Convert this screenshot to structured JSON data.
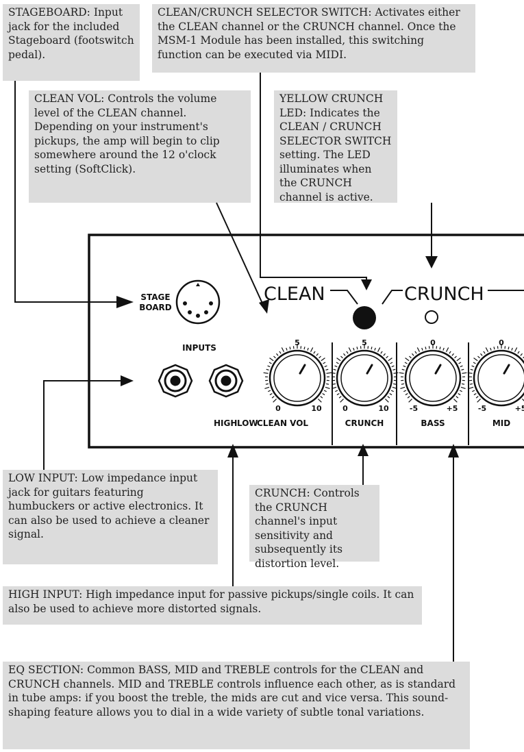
{
  "callouts": {
    "stageboard": "STAGEBOARD: Input jack for the included Stageboard (footswitch pedal).",
    "selector": "CLEAN/CRUNCH SELECTOR SWITCH: Activates either the CLEAN channel or the CRUNCH channel. Once the MSM-1 Module has been installed, this switching function can be executed via MIDI.",
    "clean_vol": "CLEAN VOL: Controls the volume level of the CLEAN channel. Depending on your instrument's pickups, the amp will begin to clip somewhere around the 12 o'clock setting (SoftClick).",
    "yellow_led": "YELLOW CRUNCH LED: Indicates the CLEAN / CRUNCH SELECTOR SWITCH setting. The LED illuminates when the CRUNCH channel is active.",
    "low_input": "LOW INPUT: Low impedance input jack for guitars featuring humbuckers or active electronics. It can also be used to achieve a cleaner signal.",
    "crunch": "CRUNCH: Controls the CRUNCH channel's input sensitivity and subsequently its distortion level.",
    "high_input": "HIGH INPUT: High impedance input for passive pickups/single coils. It can also be used to achieve more distorted signals.",
    "eq_section": "EQ SECTION: Common BASS, MID and TREBLE controls for the CLEAN and CRUNCH channels. MID and TREBLE controls influence each other, as is standard in tube amps: if you boost the treble, the mids are cut and vice versa. This sound-shaping feature allows you to dial in a wide variety of subtle tonal variations."
  },
  "panel": {
    "stage_label_1": "STAGE",
    "stage_label_2": "BOARD",
    "inputs_label": "INPUTS",
    "clean_label": "CLEAN",
    "crunch_label": "CRUNCH",
    "knob_labels": [
      "HIGH",
      "LOW",
      "CLEAN VOL",
      "CRUNCH",
      "BASS",
      "MID"
    ],
    "scale_clean": {
      "top": "5",
      "min": "0",
      "max": "10"
    },
    "scale_crunch": {
      "top": "5",
      "min": "0",
      "max": "10"
    },
    "scale_bass": {
      "top": "0",
      "min": "-5",
      "max": "+5"
    },
    "scale_mid": {
      "top": "0",
      "min": "-5",
      "max": "+5"
    }
  }
}
